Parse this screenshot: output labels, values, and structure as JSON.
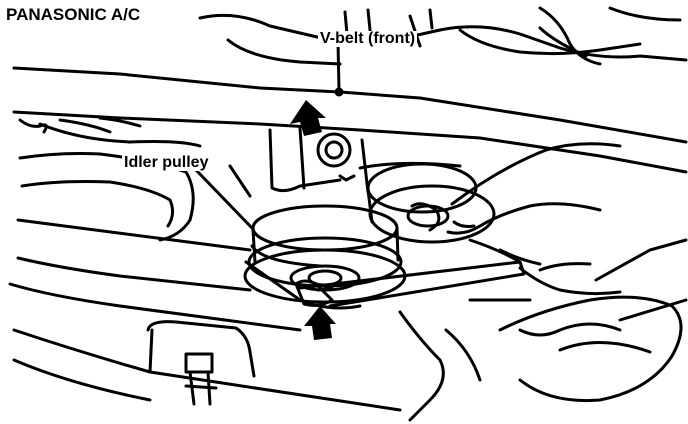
{
  "figure": {
    "title": "PANASONIC A/C",
    "labels": {
      "v_belt": "V-belt (front)",
      "idler_pulley": "Idler pulley"
    },
    "arrows": [
      {
        "name": "upper-arrow",
        "direction": "up"
      },
      {
        "name": "lower-arrow",
        "direction": "up"
      }
    ],
    "colors": {
      "ink": "#000000",
      "paper": "#ffffff"
    }
  }
}
